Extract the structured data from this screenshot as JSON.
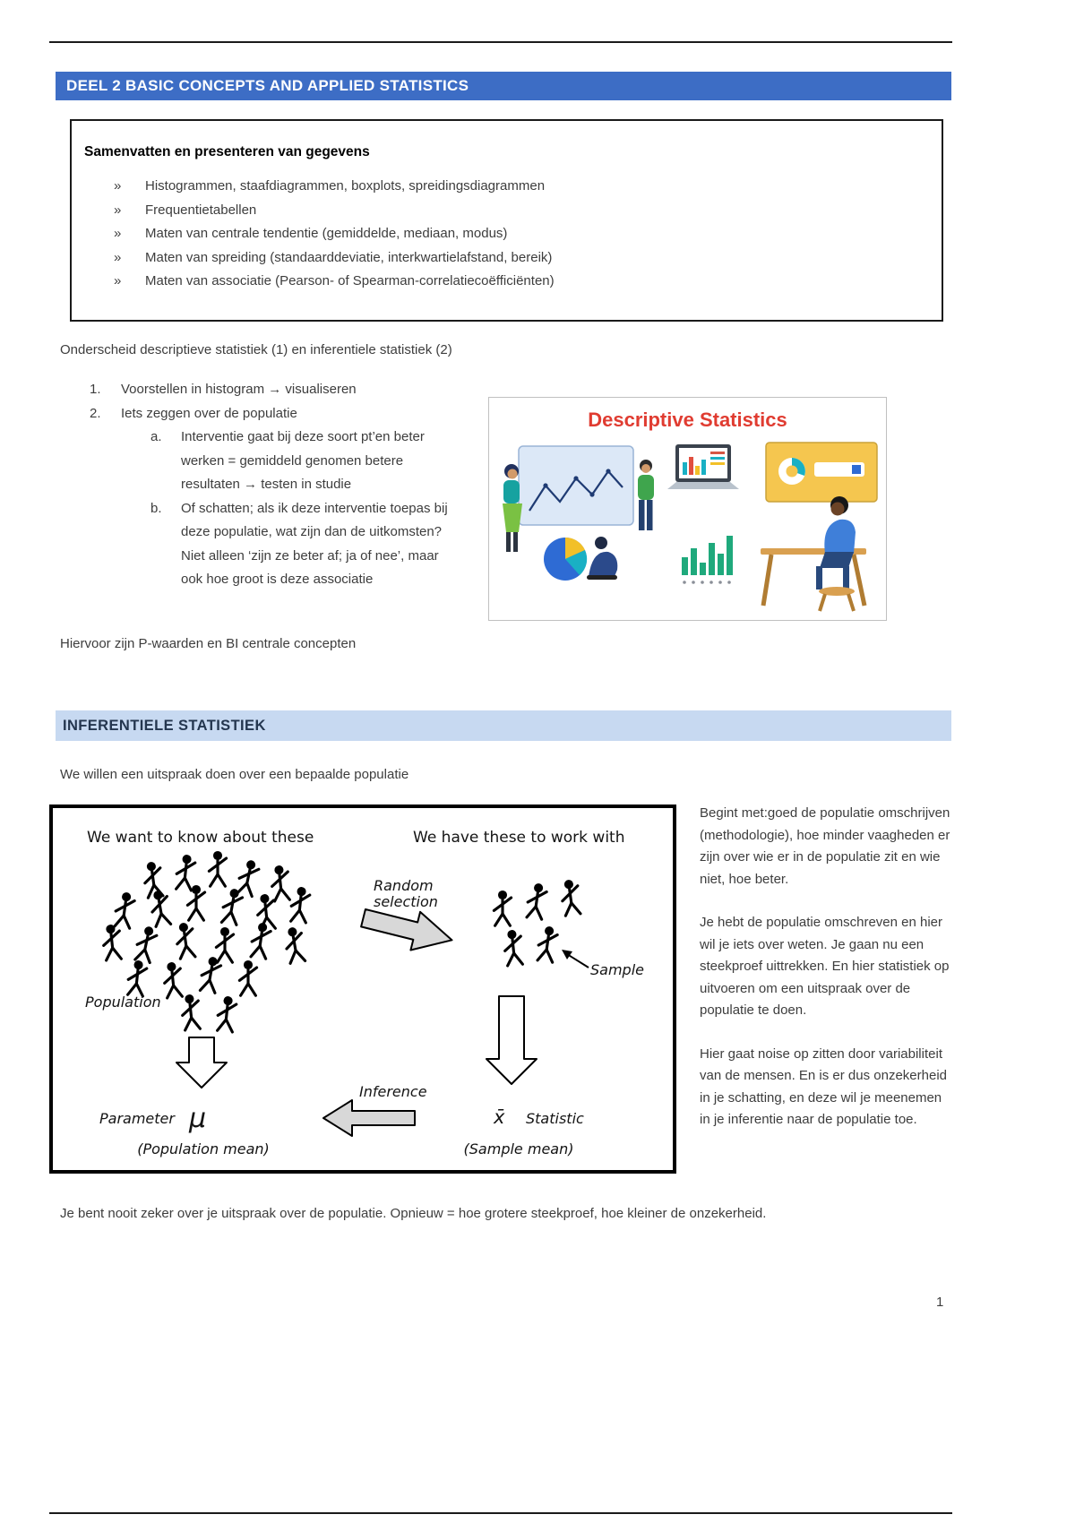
{
  "colors": {
    "header_bar_blue": "#3D6DC5",
    "section_bar_light_blue": "#C7D9F1",
    "illustration_title_red": "#E03C31",
    "body_text": "#3D3D3D"
  },
  "header": {
    "title": "DEEL 2 BASIC CONCEPTS AND APPLIED STATISTICS"
  },
  "summary_box": {
    "title": "Samenvatten en presenteren van gegevens",
    "bullet_glyph": "»",
    "items": [
      "Histogrammen, staafdiagrammen, boxplots, spreidingsdiagrammen",
      "Frequentietabellen",
      "Maten van centrale tendentie (gemiddelde, mediaan, modus)",
      "Maten van spreiding (standaarddeviatie, interkwartielafstand, bereik)",
      "Maten van associatie (Pearson- of Spearman-correlatiecoëfficiënten)"
    ]
  },
  "intro_paragraph": "Onderscheid descriptieve statistiek (1) en inferentiele statistiek (2)",
  "numbered_list": {
    "item1": {
      "number": "1.",
      "text": "Voorstellen in histogram → visualiseren"
    },
    "item2": {
      "number": "2.",
      "text": "Iets zeggen over de populatie"
    },
    "sub_a": {
      "letter": "a.",
      "text": "Interventie gaat bij deze soort pt’en beter werken = gemiddeld genomen betere resultaten → testen in studie"
    },
    "sub_b": {
      "letter": "b.",
      "text": "Of schatten; als ik deze interventie toepas bij deze populatie, wat zijn dan de uitkomsten? Niet alleen ‘zijn ze beter af; ja of nee’, maar ook hoe groot is deze associatie"
    }
  },
  "illustration": {
    "title": "Descriptive Statistics"
  },
  "p_values_note": "Hiervoor zijn P-waarden en BI centrale concepten",
  "section2": {
    "title": "INFERENTIELE STATISTIEK",
    "intro": "We willen een uitspraak doen over een bepaalde populatie"
  },
  "figure": {
    "left_caption": "We want to know about these",
    "right_caption": "We have these to work with",
    "random_selection_line1": "Random",
    "random_selection_line2": "selection",
    "population_label": "Population",
    "sample_label": "Sample",
    "inference_label": "Inference",
    "parameter_label": "Parameter",
    "mu_symbol": "μ",
    "population_mean": "(Population mean)",
    "xbar_symbol": "x̄",
    "statistic_label": "Statistic",
    "sample_mean": "(Sample mean)"
  },
  "right_column": {
    "para1": "Begint met:goed de populatie omschrijven (methodologie), hoe minder vaagheden er zijn over wie er in de populatie zit en wie niet, hoe beter.",
    "para2": "Je hebt de populatie omschreven en hier wil je iets over weten. Je gaan nu een steekproef uittrekken. En hier statistiek op uitvoeren om een uitspraak over de populatie te doen.",
    "para3": "Hier gaat noise op zitten door variabiliteit van de mensen. En is er dus onzekerheid in je schatting, en deze wil je meenemen in je inferentie naar de populatie toe."
  },
  "closing_paragraph": "Je bent nooit zeker over je uitspraak over de populatie. Opnieuw = hoe grotere steekproef, hoe kleiner de onzekerheid.",
  "page_number": "1"
}
